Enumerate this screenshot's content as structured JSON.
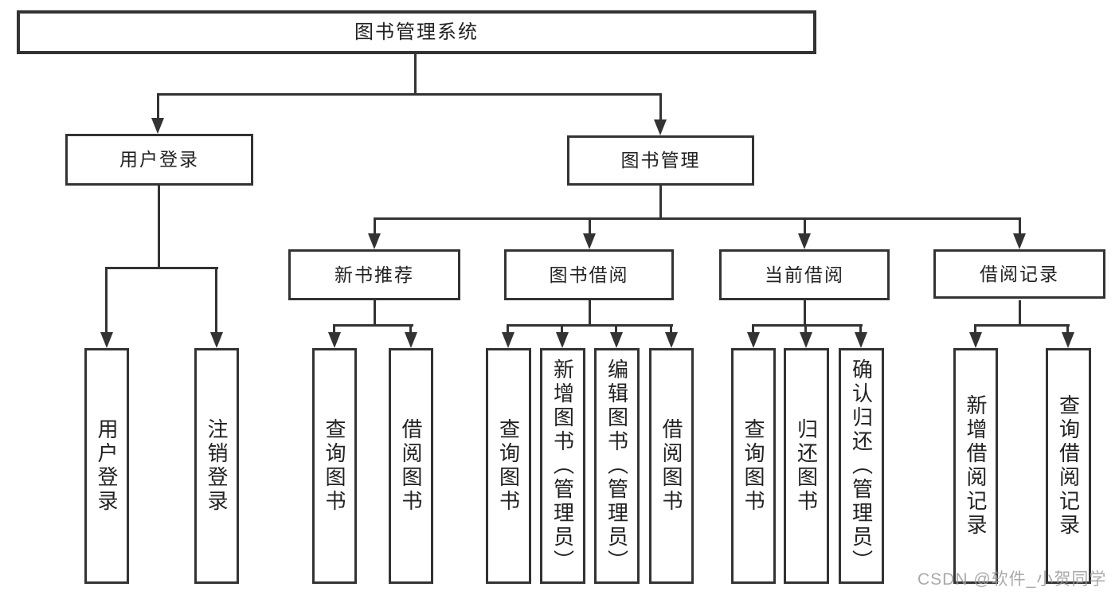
{
  "diagram": {
    "title_node": "图书管理系统",
    "tree": {
      "root": "图书管理系统",
      "branches": [
        {
          "label": "用户登录",
          "children": [
            "用户登录",
            "注销登录"
          ]
        },
        {
          "label": "图书管理",
          "sections": [
            {
              "label": "新书推荐",
              "children": [
                "查询图书",
                "借阅图书"
              ]
            },
            {
              "label": "图书借阅",
              "children": [
                "查询图书",
                "新增图书（管理员）",
                "编辑图书（管理员）",
                "借阅图书"
              ]
            },
            {
              "label": "当前借阅",
              "children": [
                "查询图书",
                "归还图书",
                "确认归还（管理员）"
              ]
            },
            {
              "label": "借阅记录",
              "children": [
                "新增借阅记录",
                "查询借阅记录"
              ]
            }
          ]
        }
      ]
    }
  },
  "watermark": {
    "text": "CSDN @软件_小贺同学",
    "color": "#9b9b9b"
  },
  "colors": {
    "line": "#333333",
    "text": "#222222",
    "background": "#ffffff"
  }
}
